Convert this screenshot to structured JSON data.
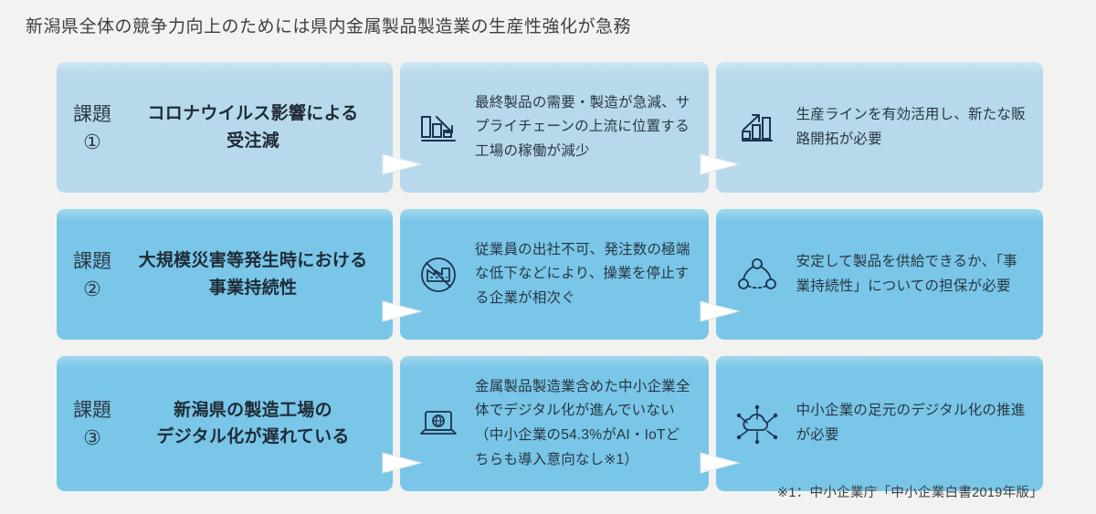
{
  "slide": {
    "title": "新潟県全体の競争力向上のためには県内金属製品製造業の生産性強化が急務",
    "footnote": "※1：中小企業庁「中小企業白書2019年版」"
  },
  "colors": {
    "background": "#f2f2f0",
    "card_light": "#b8d9ec",
    "card_strong": "#79c6e8",
    "text_dark": "#26323c",
    "icon": "#1d3350",
    "arrow": "#ffffff"
  },
  "rows": [
    {
      "label_kanji": "課題",
      "label_number": "①",
      "headline": "コロナウイルス影響による\n受注減",
      "headline_line1": "コロナウイルス影響による",
      "headline_line2": "受注減",
      "issue": {
        "icon": "bar-chart-down-icon",
        "text": "最終製品の需要・製造が急減、サプライチェーンの上流に位置する工場の稼働が減少"
      },
      "action": {
        "icon": "bar-chart-up-icon",
        "text": "生産ラインを有効活用し、新たな販路開拓が必要"
      }
    },
    {
      "label_kanji": "課題",
      "label_number": "②",
      "headline": "大規模災害等発生時における\n事業持続性",
      "headline_line1": "大規模災害等発生時における",
      "headline_line2": "事業持続性",
      "issue": {
        "icon": "factory-prohibited-icon",
        "text": "従業員の出社不可、発注数の極端な低下などにより、操業を停止する企業が相次ぐ"
      },
      "action": {
        "icon": "network-share-icon",
        "text": "安定して製品を供給できるか、「事業持続性」についての担保が必要"
      }
    },
    {
      "label_kanji": "課題",
      "label_number": "③",
      "headline": "新潟県の製造工場の\nデジタル化が遅れている",
      "headline_line1": "新潟県の製造工場の",
      "headline_line2": "デジタル化が遅れている",
      "issue": {
        "icon": "laptop-globe-icon",
        "text": "金属製品製造業含めた中小企業全体でデジタル化が進んでいない（中小企業の54.3%がAI・IoTどちらも導入意向なし※1）"
      },
      "action": {
        "icon": "cloud-iot-icon",
        "text": "中小企業の足元のデジタル化の推進が必要"
      }
    }
  ]
}
